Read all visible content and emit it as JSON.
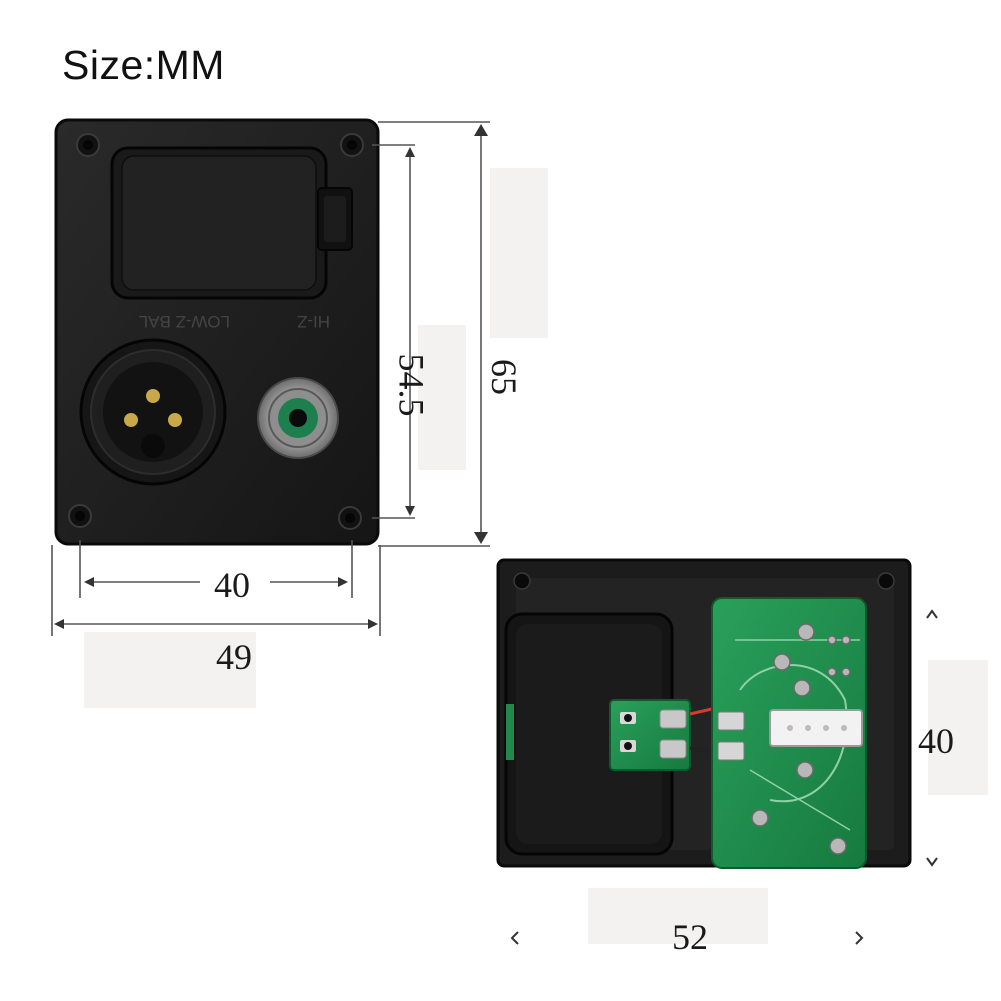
{
  "title": "Size:MM",
  "dimensions": {
    "front_width_inner": "40",
    "front_width_outer": "49",
    "front_height_inner": "54.5",
    "front_height_outer": "65",
    "back_height": "40",
    "back_width": "52"
  },
  "panel_markings": {
    "left_label": "LOW-Z BAL",
    "right_label": "HI-Z"
  },
  "colors": {
    "panel": "#1e1e1e",
    "panel_edge": "#0c0c0c",
    "pcb": "#1f8a4c",
    "metal": "#b9b9b9",
    "dimension_line": "#555555"
  }
}
